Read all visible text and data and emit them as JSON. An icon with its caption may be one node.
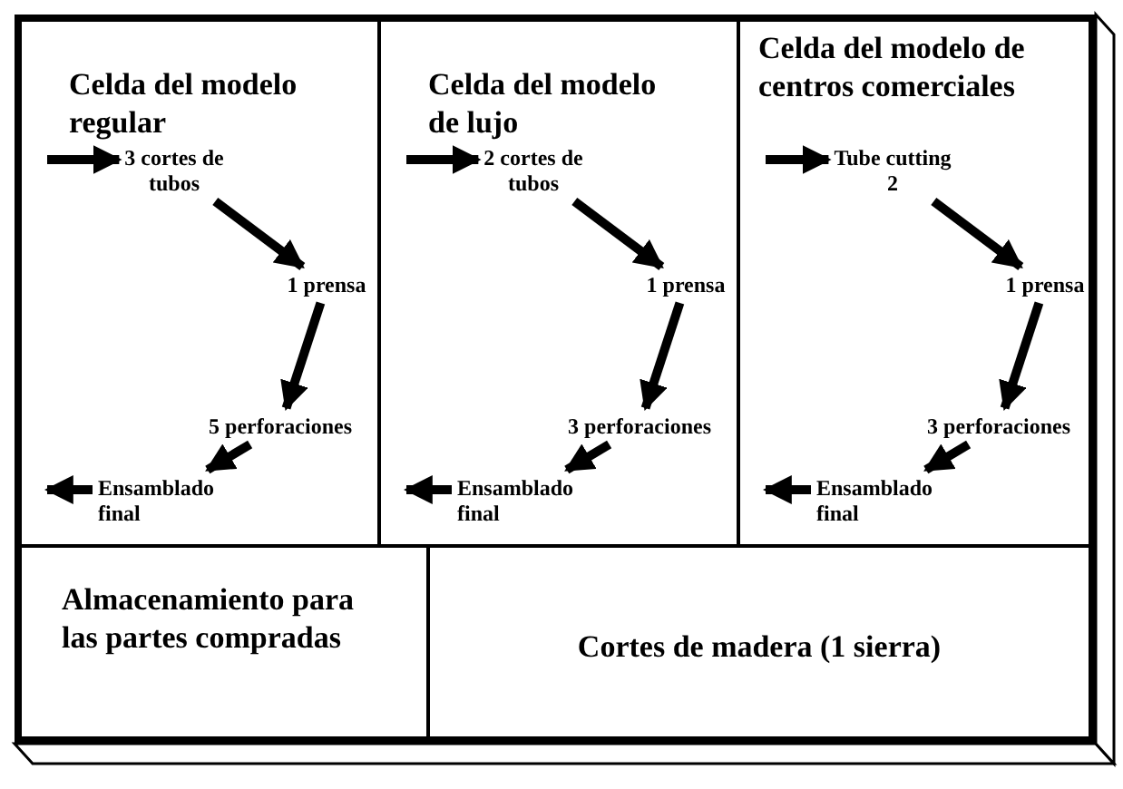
{
  "diagram": {
    "nodes": [
      {
        "text": [],
        "shape": "box"
      },
      {
        "text": [
          "Celda del modelo regular"
        ],
        "in": 0
      },
      {
        "text": [
          "3 cortes de tubos"
        ],
        "in": 1
      },
      {
        "text": [
          "1 prensa"
        ],
        "in": 1
      },
      {
        "text": [
          "5 perforaciones"
        ],
        "in": 1
      },
      {
        "text": [
          "Ensamblado final"
        ],
        "in": 1
      },
      {
        "text": [
          "Celda del modelo de lujo"
        ],
        "in": 0
      },
      {
        "text": [
          "2 cortes de tubos"
        ],
        "in": 6
      },
      {
        "text": [
          "1 prensa"
        ],
        "in": 6
      },
      {
        "text": [
          "3 perforaciones"
        ],
        "in": 6
      },
      {
        "text": [
          "Ensamblado final"
        ],
        "in": 6
      },
      {
        "text": [
          "Celda del modelo de centros comerciales"
        ],
        "in": 0
      },
      {
        "text": [
          "Tube cutting 2"
        ],
        "in": 11
      },
      {
        "text": [
          "1 prensa"
        ],
        "in": 11
      },
      {
        "text": [
          "3 perforaciones"
        ],
        "in": 11
      },
      {
        "text": [
          "Ensamblado final"
        ],
        "in": 11
      },
      {
        "text": [
          "Almacenamiento para las partes compradas"
        ],
        "in": 0
      },
      {
        "text": [
          "Cortes de madera (1 sierra)"
        ],
        "in": 0
      }
    ],
    "edges": [
      {
        "from": null,
        "to": 2,
        "arrow": "to"
      },
      {
        "from": 2,
        "to": 3,
        "arrow": "to"
      },
      {
        "from": 3,
        "to": 4,
        "arrow": "to"
      },
      {
        "from": 4,
        "to": 5,
        "arrow": "to"
      },
      {
        "from": 5,
        "to": null,
        "arrow": "to"
      },
      {
        "from": null,
        "to": 7,
        "arrow": "to"
      },
      {
        "from": 7,
        "to": 8,
        "arrow": "to"
      },
      {
        "from": 8,
        "to": 9,
        "arrow": "to"
      },
      {
        "from": 9,
        "to": 10,
        "arrow": "to"
      },
      {
        "from": 10,
        "to": null,
        "arrow": "to"
      },
      {
        "from": null,
        "to": 12,
        "arrow": "to"
      },
      {
        "from": 12,
        "to": 13,
        "arrow": "to"
      },
      {
        "from": 13,
        "to": 14,
        "arrow": "to"
      },
      {
        "from": 14,
        "to": 15,
        "arrow": "to"
      },
      {
        "from": 15,
        "to": null,
        "arrow": "to"
      }
    ]
  }
}
